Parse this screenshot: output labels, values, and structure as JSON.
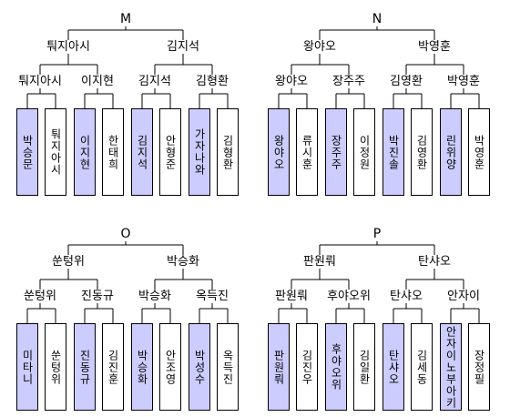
{
  "brackets": [
    {
      "group": "M",
      "semifinalists": [
        "퉈지아시",
        "김지석"
      ],
      "quarterfinalists": [
        "퉈지아시",
        "이지현",
        "김지석",
        "김형환"
      ],
      "players": [
        "박승문",
        "퉈지아시",
        "이지현",
        "한태희",
        "김지석",
        "안형준",
        "가자나와",
        "김형환"
      ],
      "winners": [
        0,
        2,
        4,
        6
      ]
    },
    {
      "group": "N",
      "semifinalists": [
        "왕야오",
        "박영훈"
      ],
      "quarterfinalists": [
        "왕야오",
        "장주주",
        "김영환",
        "박영훈"
      ],
      "players": [
        "왕야오",
        "류시훈",
        "장주주",
        "이정원",
        "박진솔",
        "김영환",
        "린위양",
        "박영훈"
      ],
      "winners": [
        0,
        2,
        4,
        6
      ]
    },
    {
      "group": "O",
      "semifinalists": [
        "쑨텅위",
        "박승화"
      ],
      "quarterfinalists": [
        "쑨텅위",
        "진동규",
        "박승화",
        "옥득진"
      ],
      "players": [
        "미타니",
        "쑨텅위",
        "진동규",
        "김진훈",
        "박승화",
        "안조영",
        "박성수",
        "옥득진"
      ],
      "winners": [
        0,
        2,
        4,
        6
      ]
    },
    {
      "group": "P",
      "semifinalists": [
        "판원뤄",
        "탄샤오"
      ],
      "quarterfinalists": [
        "판원뤄",
        "후야오위",
        "탄샤오",
        "안자이"
      ],
      "players": [
        "판원뤄",
        "김진우",
        "후야오위",
        "김일환",
        "탄샤오",
        "김세동",
        "안자이노부아키",
        "장정필"
      ],
      "winners": [
        0,
        2,
        4,
        6
      ]
    }
  ],
  "colors": {
    "winner_fill": "#ccccff",
    "loser_fill": "#ffffff",
    "line": "#000000"
  }
}
